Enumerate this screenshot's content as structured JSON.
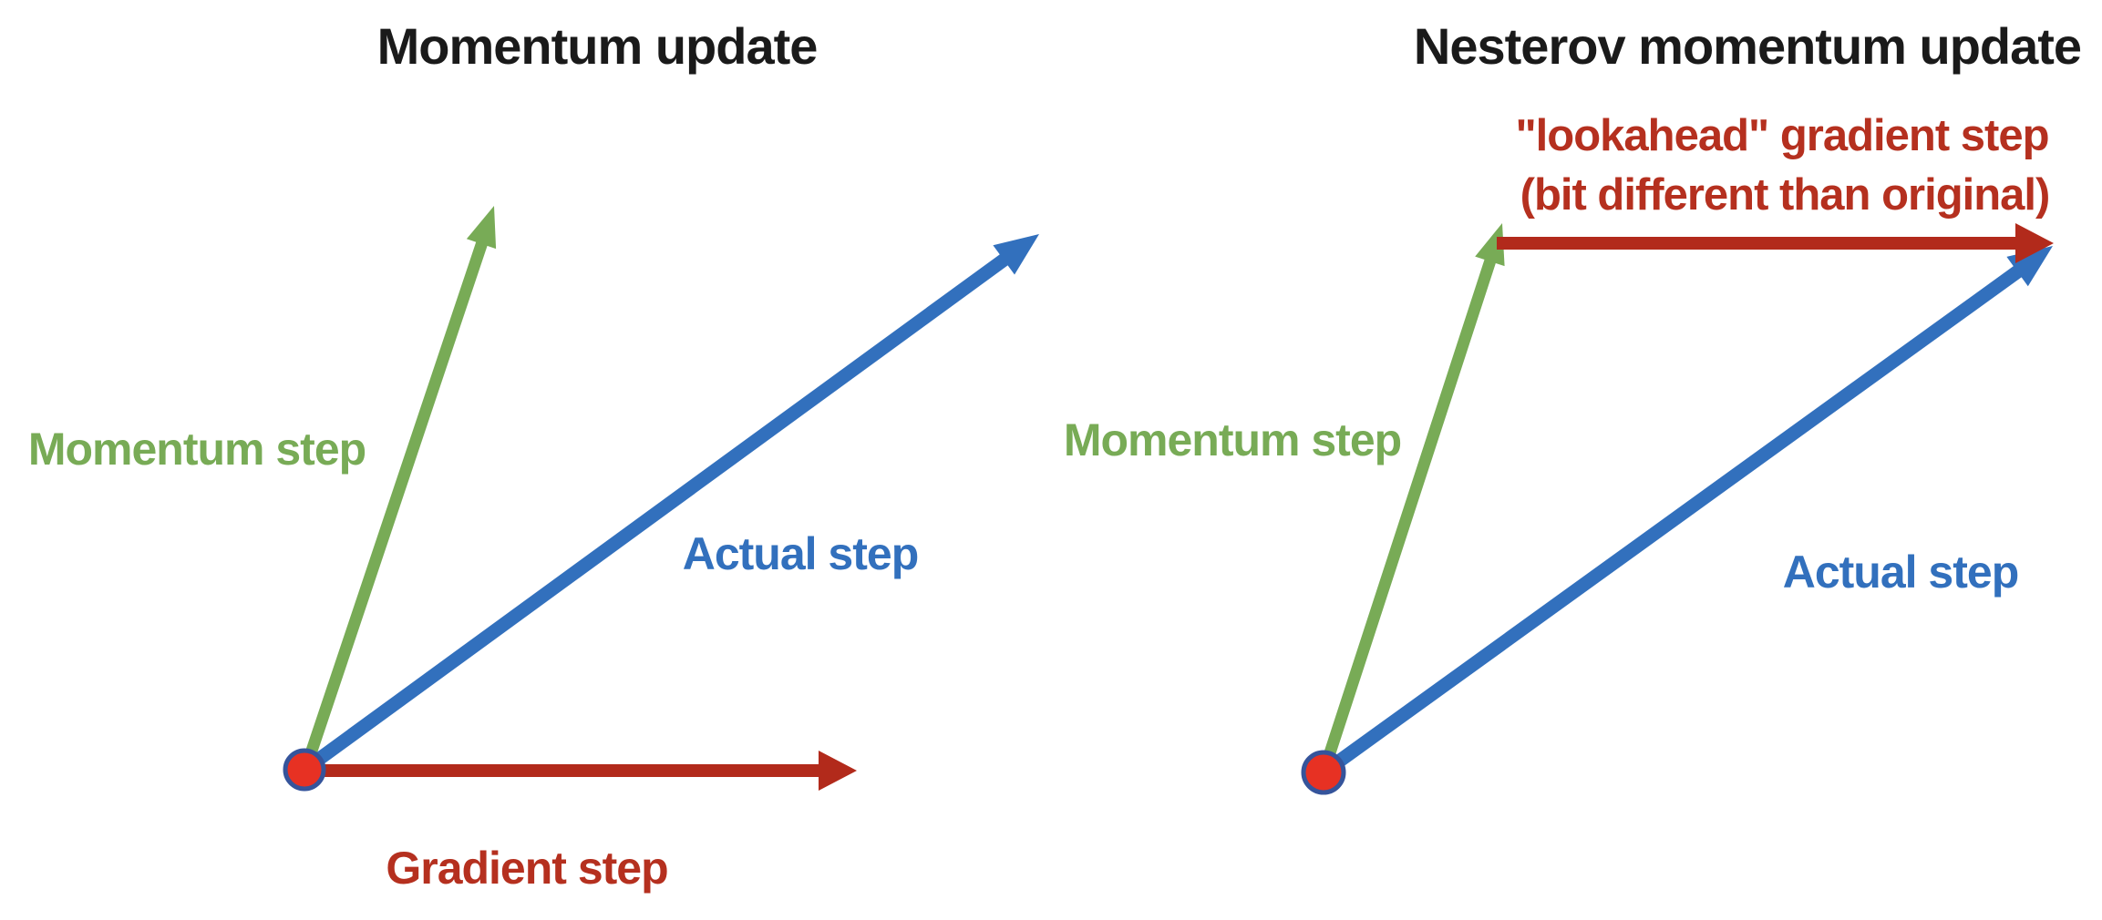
{
  "figure": {
    "kind": "momentum-vs-nesterov-diagram"
  },
  "colors": {
    "title_text": "#1a1a1a",
    "green": "#78AB56",
    "blue": "#3270BD",
    "red_arrow": "#B22A1B",
    "red_text": "#B5301F",
    "dot_fill": "#E73123",
    "dot_stroke": "#35549B"
  },
  "left": {
    "title": "Momentum update",
    "momentum_label": "Momentum step",
    "actual_label": "Actual step",
    "gradient_label": "Gradient step"
  },
  "right": {
    "title": "Nesterov momentum update",
    "lookahead_line1": "\"lookahead\" gradient step",
    "lookahead_line2": "(bit different than original)",
    "momentum_label": "Momentum step",
    "actual_label": "Actual step"
  }
}
